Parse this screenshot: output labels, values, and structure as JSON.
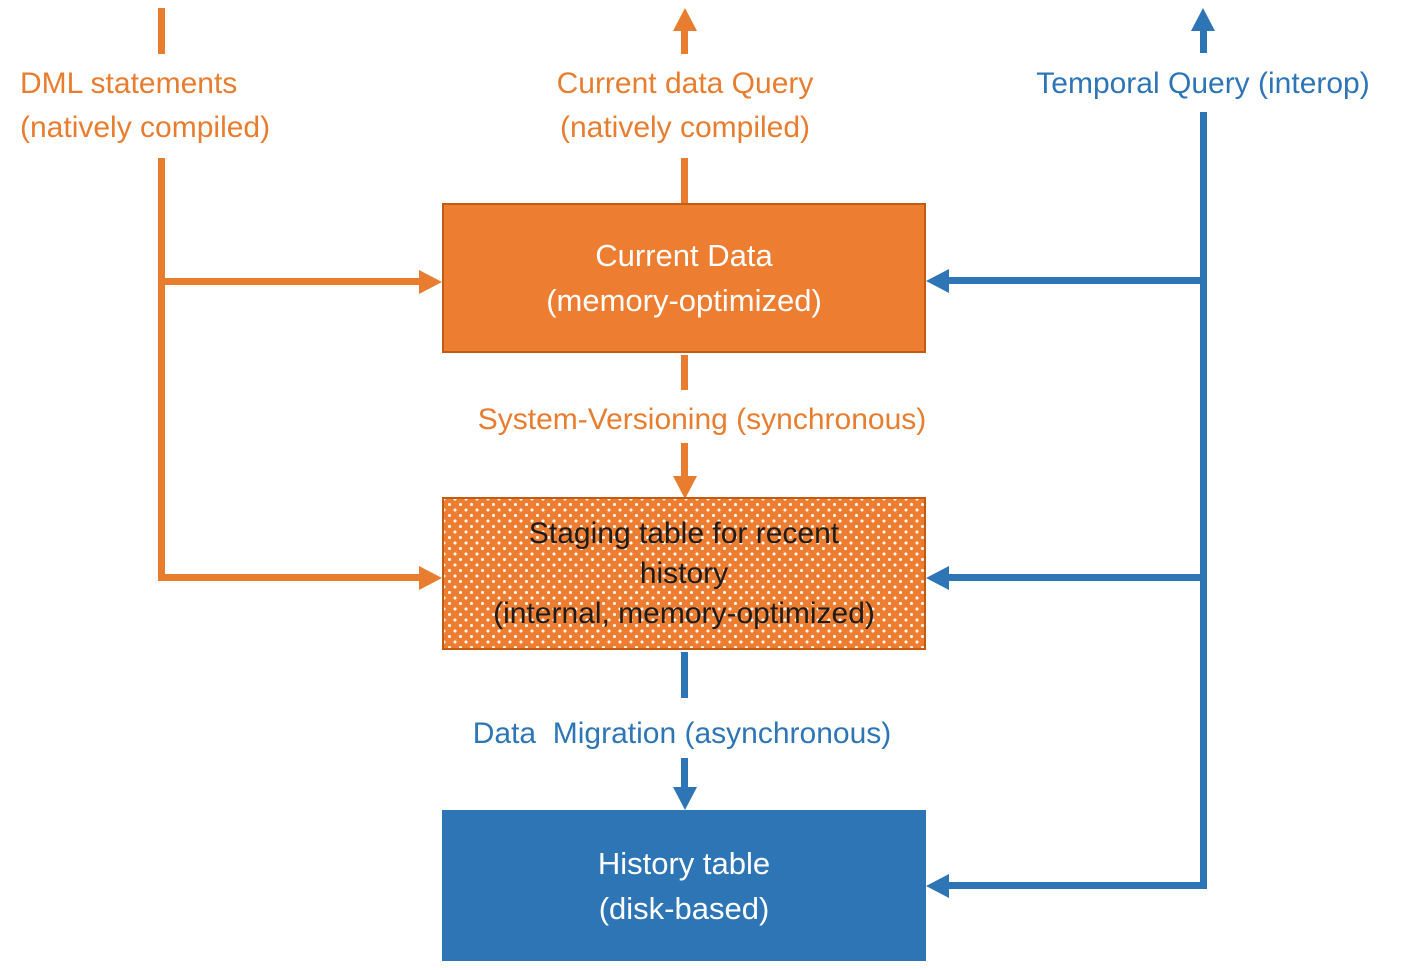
{
  "diagram": {
    "endpoints": {
      "dml": {
        "lines": [
          "DML statements",
          "(natively compiled)"
        ]
      },
      "current_query": {
        "lines": [
          "Current data Query",
          "(natively compiled)"
        ]
      },
      "temporal_query": {
        "label": "Temporal Query (interop)"
      }
    },
    "nodes": {
      "current_data": {
        "lines": [
          "Current Data",
          "(memory-optimized)"
        ]
      },
      "staging": {
        "lines": [
          "Staging table for recent",
          "history",
          "(internal, memory-optimized)"
        ]
      },
      "history": {
        "lines": [
          "History table",
          "(disk-based)"
        ]
      }
    },
    "edges": {
      "system_versioning": "System-Versioning (synchronous)",
      "data_migration": "Data  Migration (asynchronous)"
    },
    "colors": {
      "orange_line": "#E87D2F",
      "orange_fill": "#ED7D31",
      "orange_border": "#C55A11",
      "blue": "#2E75B6",
      "box_text_light": "#FFFFFF",
      "staging_text": "#1C1C1C",
      "background": "#FFFFFF"
    }
  }
}
